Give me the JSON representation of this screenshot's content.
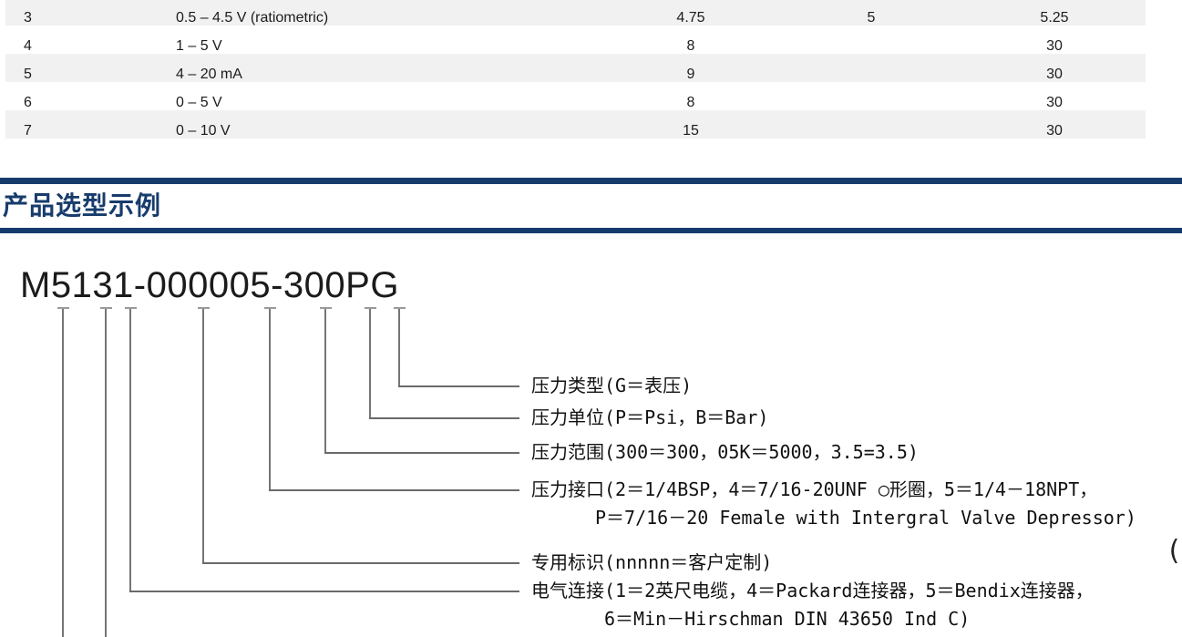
{
  "colors": {
    "accent_navy": "#173c6c",
    "row_shade": "#f1f1f1"
  },
  "table": {
    "rows": [
      {
        "no": "3",
        "description": "0.5 – 4.5 V (ratiometric)",
        "c1": "4.75",
        "c2": "5",
        "c3": "5.25"
      },
      {
        "no": "4",
        "description": "1 – 5 V",
        "c1": "8",
        "c2": "",
        "c3": "30"
      },
      {
        "no": "5",
        "description": "4 – 20 mA",
        "c1": "9",
        "c2": "",
        "c3": "30"
      },
      {
        "no": "6",
        "description": "0 – 5 V",
        "c1": "8",
        "c2": "",
        "c3": "30"
      },
      {
        "no": "7",
        "description": "0 – 10 V",
        "c1": "15",
        "c2": "",
        "c3": "30"
      }
    ]
  },
  "section": {
    "title": "产品选型示例"
  },
  "diagram": {
    "part_number": "M5131-000005-300PG",
    "labels": [
      {
        "lines": [
          "压力类型(G＝表压)",
          ""
        ]
      },
      {
        "lines": [
          "压力单位(P＝Psi，B＝Bar)",
          ""
        ]
      },
      {
        "lines": [
          "压力范围(300＝300，05K＝5000，3.5=3.5)",
          ""
        ]
      },
      {
        "lines": [
          "压力接口(2＝1/4BSP，4＝7/16-20UNF ○形圈，5＝1/4－18NPT，",
          "P＝7/16－20 Female with Intergral Valve Depressor)"
        ]
      },
      {
        "lines": [
          "专用标识(nnnnn＝客户定制)",
          ""
        ]
      },
      {
        "lines": [
          "电气连接(1＝2英尺电缆，4＝Packard连接器，5＝Bendix连接器，",
          "6＝Min－Hirschman DIN 43650 Ind C)"
        ]
      }
    ],
    "edge_fragment": "("
  }
}
